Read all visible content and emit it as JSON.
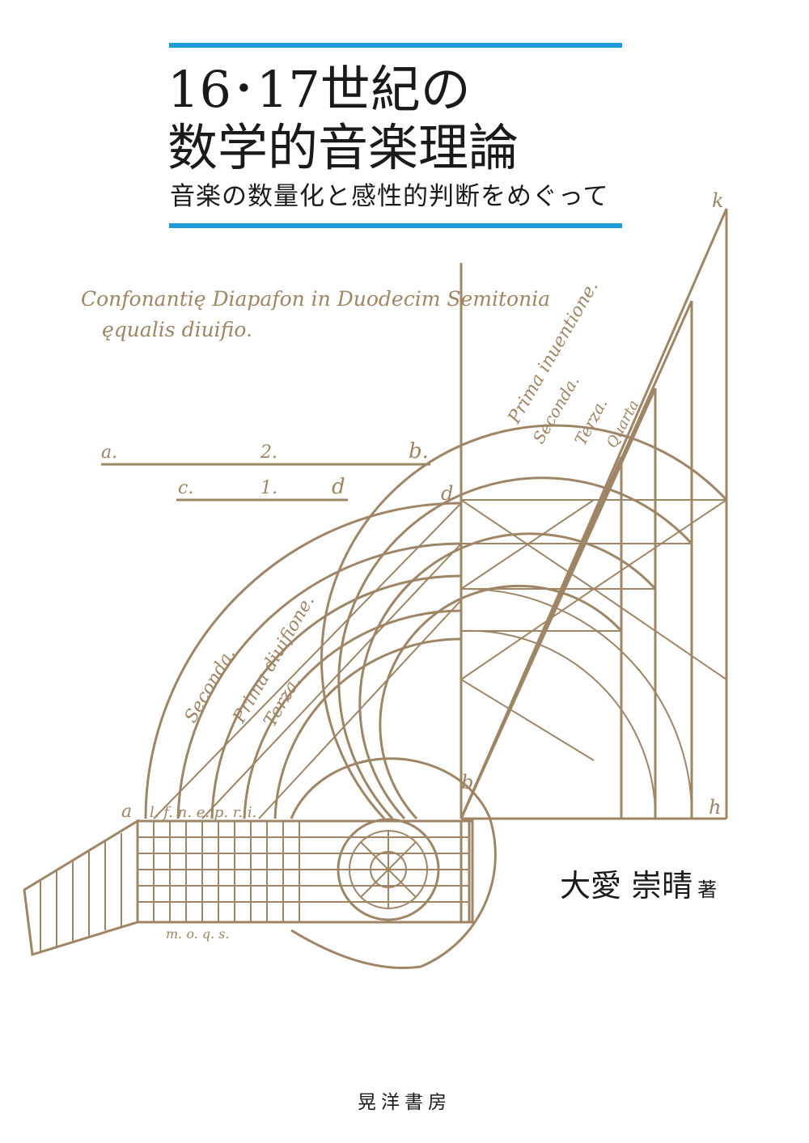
{
  "title": {
    "line1": "16･17世紀の",
    "line2": "数学的音楽理論"
  },
  "subtitle": "音楽の数量化と感性的判断をめぐって",
  "author": {
    "name": "大愛 崇晴",
    "suffix": "著"
  },
  "publisher": "晃洋書房",
  "illustration": {
    "caption_line1": "Confonantię Diapafon in Duodecim Semitonia",
    "caption_line2": "ęqualis diuifio.",
    "segment_top": {
      "left": "a.",
      "mid": "2.",
      "right": "b."
    },
    "segment_bottom": {
      "left": "c.",
      "mid": "1.",
      "right": "d"
    },
    "right_labels": [
      "Prima inuentione.",
      "Seconda.",
      "Terza.",
      "Quarta"
    ],
    "left_labels": [
      "Seconda.",
      "Prima diuifione.",
      "Terza."
    ],
    "point_labels": {
      "k": "k",
      "d": "d",
      "b": "b",
      "h": "h",
      "a": "a"
    },
    "fret_labels": "l. f. n. e. p. r. i.",
    "bottom_labels": "m. o. q. s."
  },
  "colors": {
    "accent_rule": "#1e9ad6",
    "ink": "#9e8565",
    "text": "#1a1a1a"
  }
}
